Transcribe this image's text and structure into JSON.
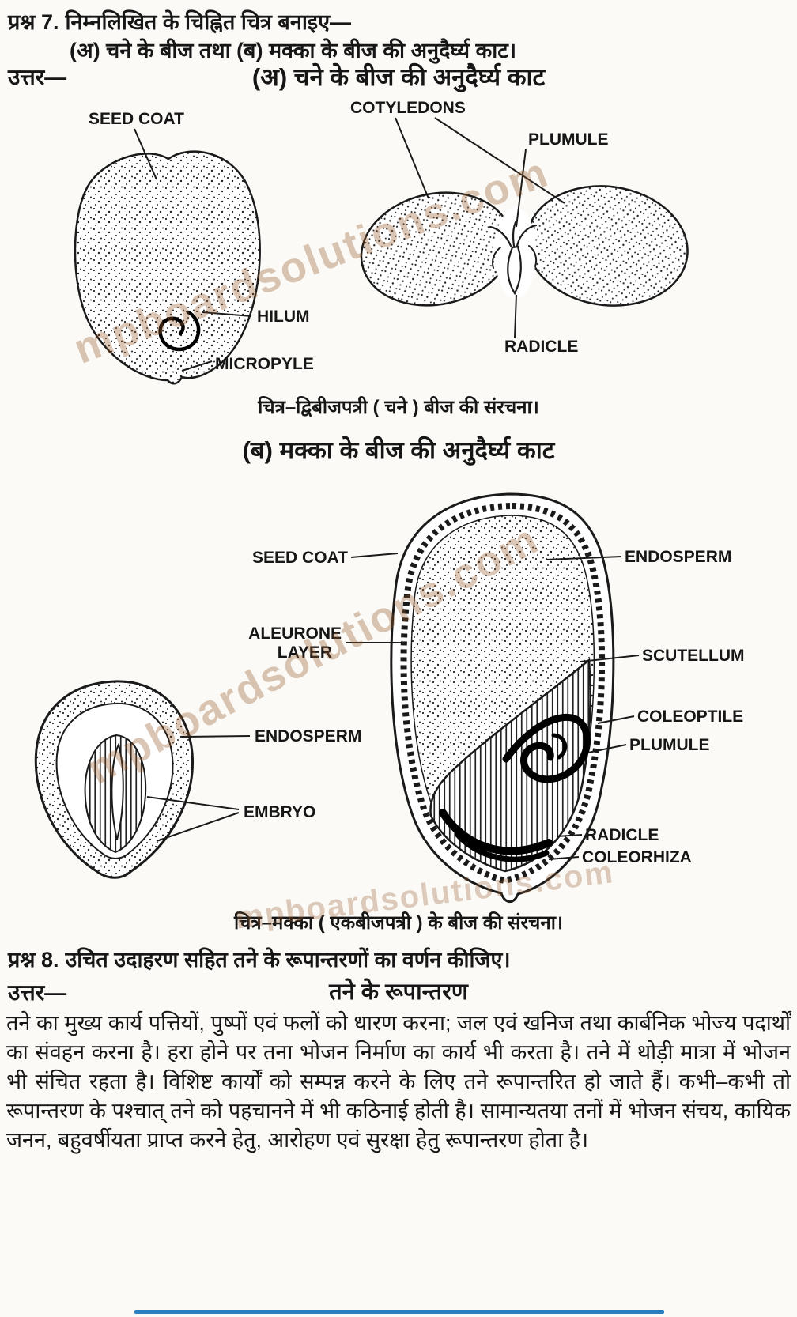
{
  "watermark_text": "mpboardsolutions.com",
  "q7": {
    "label": "प्रश्न 7.",
    "text": "निम्नलिखित के चिह्नित चित्र बनाइए—",
    "subtext": "(अ) चने के बीज तथा (ब) मक्का के बीज की अनुदैर्घ्य काट।",
    "answer_label": "उत्तर—",
    "heading_a": "(अ) चने के बीज की अनुदैर्घ्य काट",
    "caption_a": "चित्र–द्विबीजपत्री ( चने ) बीज की संरचना।",
    "heading_b": "(ब) मक्का के बीज की अनुदैर्घ्य काट",
    "caption_b": "चित्र–मक्का ( एकबीजपत्री ) के बीज की संरचना।"
  },
  "gram_diagram": {
    "labels": {
      "seed_coat": "SEED COAT",
      "cotyledons": "COTYLEDONS",
      "plumule": "PLUMULE",
      "hilum": "HILUM",
      "micropyle": "MICROPYLE",
      "radicle": "RADICLE"
    }
  },
  "maize_diagram": {
    "labels": {
      "seed_coat": "SEED COAT",
      "aleurone_line1": "ALEURONE",
      "aleurone_line2": "LAYER",
      "endosperm_left": "ENDOSPERM",
      "embryo": "EMBRYO",
      "endosperm_right": "ENDOSPERM",
      "scutellum": "SCUTELLUM",
      "coleoptile": "COLEOPTILE",
      "plumule": "PLUMULE",
      "radicle": "RADICLE",
      "coleorhiza": "COLEORHIZA"
    }
  },
  "q8": {
    "label": "प्रश्न 8.",
    "text": "उचित उदाहरण सहित तने के रूपान्तरणों का वर्णन कीजिए।",
    "answer_label": "उत्तर—",
    "heading": "तने के रूपान्तरण",
    "paragraph": "तने का मुख्य कार्य पत्तियों, पुष्पों एवं फलों को धारण करना; जल एवं खनिज तथा कार्बनिक भोज्य पदार्थों का संवहन करना है। हरा होने पर तना भोजन निर्माण का कार्य भी करता है। तने में थोड़ी मात्रा में भोजन भी संचित रहता है। विशिष्ट कार्यों को सम्पन्न करने के लिए तने रूपान्तरित हो जाते हैं। कभी–कभी तो रूपान्तरण के पश्चात् तने को पहचानने में भी कठिनाई होती है। सामान्यतया तनों में भोजन संचय, कायिक जनन, बहुवर्षीयता प्राप्त करने हेतु, आरोहण एवं सुरक्षा हेतु रूपान्तरण होता है।"
  },
  "colors": {
    "ink": "#1a1a1a",
    "watermark": "#96582a",
    "bottom_bar": "#2a7fc0"
  }
}
